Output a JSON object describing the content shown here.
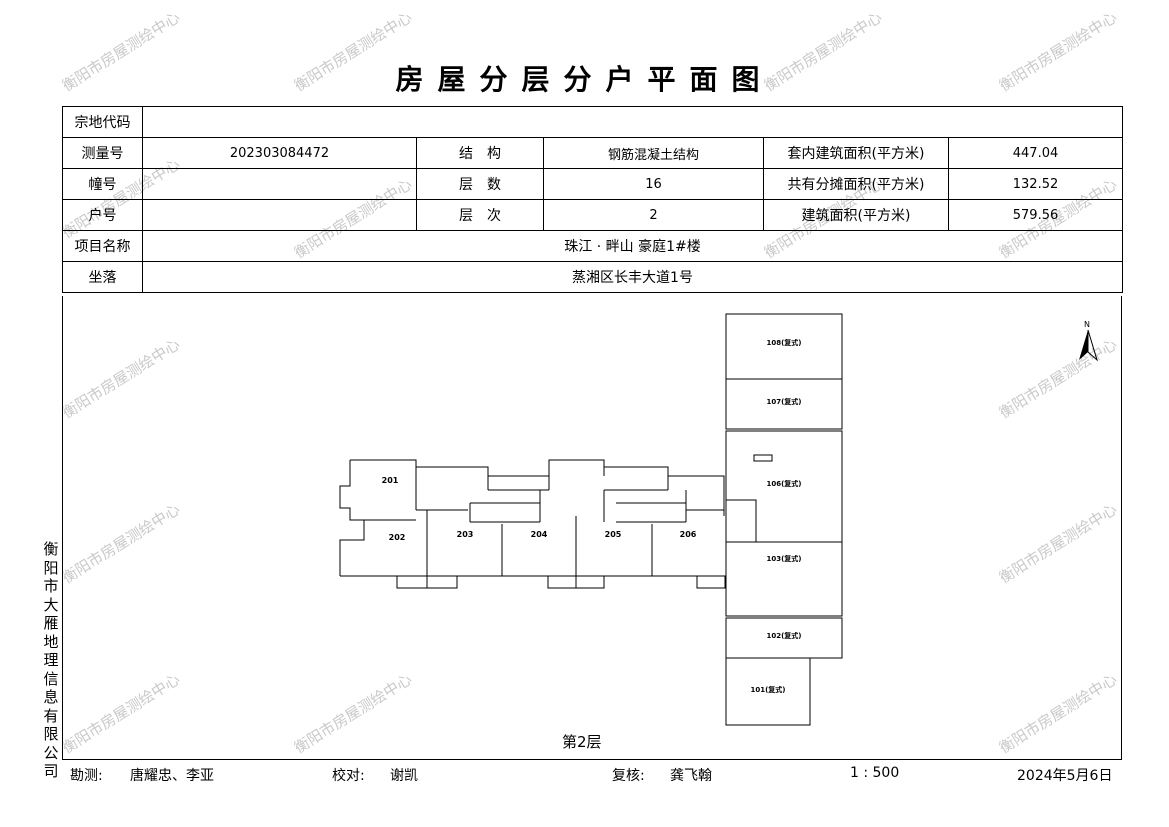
{
  "title": "房屋分层分户平面图",
  "info_table": {
    "zongdi_code_label": "宗地代码",
    "zongdi_code_value": "",
    "survey_no_label": "测量号",
    "survey_no_value": "202303084472",
    "structure_label": "结　构",
    "structure_value": "钢筋混凝土结构",
    "inner_area_label": "套内建筑面积(平方米)",
    "inner_area_value": "447.04",
    "building_no_label": "幢号",
    "building_no_value": "",
    "floors_label": "层　数",
    "floors_value": "16",
    "shared_area_label": "共有分摊面积(平方米)",
    "shared_area_value": "132.52",
    "unit_no_label": "户号",
    "unit_no_value": "",
    "floor_order_label": "层　次",
    "floor_order_value": "2",
    "building_area_label": "建筑面积(平方米)",
    "building_area_value": "579.56",
    "project_label": "项目名称",
    "project_value": "珠江 · 畔山 豪庭1#楼",
    "location_label": "坐落",
    "location_value": "蒸湘区长丰大道1号"
  },
  "plan": {
    "floor_label": "第2层",
    "north_label": "N",
    "rooms_left": [
      "201",
      "202",
      "203",
      "204",
      "205",
      "206"
    ],
    "rooms_right": [
      "108(复式)",
      "107(复式)",
      "106(复式)",
      "103(复式)",
      "102(复式)",
      "101(复式)"
    ]
  },
  "side_company": [
    "衡",
    "阳",
    "市",
    "大",
    "雁",
    "地",
    "理",
    "信",
    "息",
    "有",
    "限",
    "公",
    "司"
  ],
  "footer": {
    "survey_label": "勘测:",
    "survey_names": "唐耀忠、李亚",
    "check_label": "校对:",
    "check_name": "谢凯",
    "review_label": "复核:",
    "review_name": "龚飞翰",
    "scale": "1 : 500",
    "date": "2024年5月6日"
  },
  "watermark_text": "衡阳市房屋测绘中心"
}
